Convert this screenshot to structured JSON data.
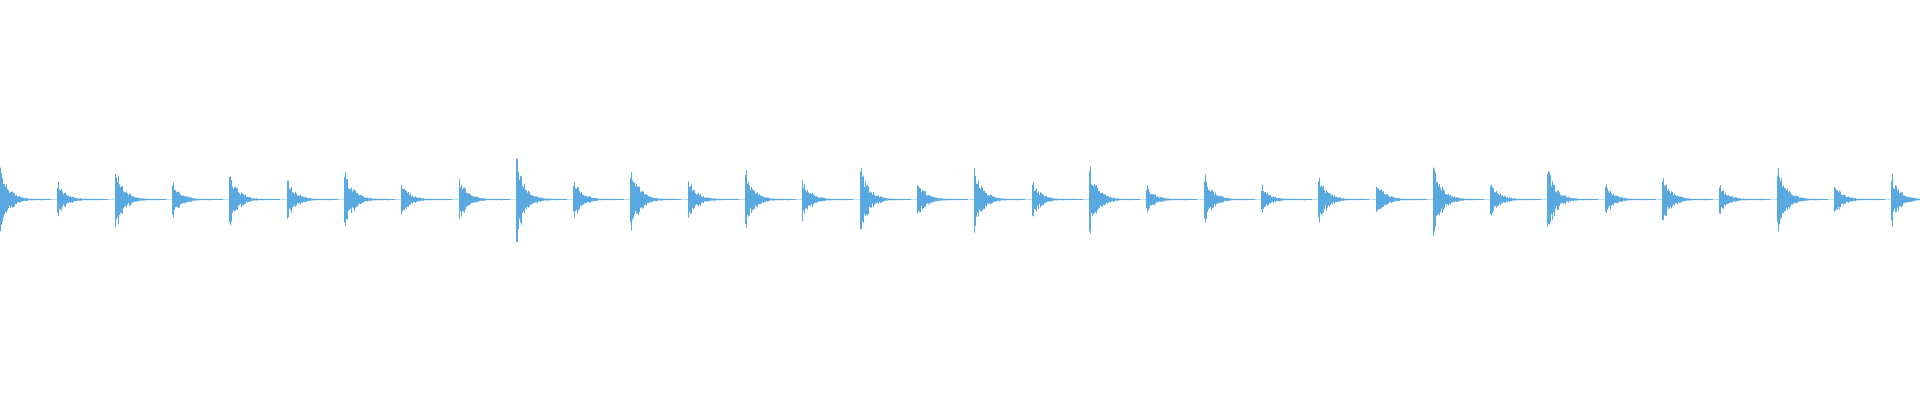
{
  "waveform": {
    "color": "#5aa8e0",
    "background": "#ffffff",
    "hit_count": 34,
    "hit_amplitudes": [
      0.78,
      0.42,
      0.8,
      0.46,
      0.72,
      0.5,
      0.76,
      0.4,
      0.52,
      0.98,
      0.52,
      0.86,
      0.54,
      0.72,
      0.5,
      0.82,
      0.5,
      0.78,
      0.46,
      0.8,
      0.34,
      0.6,
      0.36,
      0.62,
      0.48,
      0.85,
      0.46,
      0.85,
      0.4,
      0.6,
      0.38,
      0.86,
      0.4,
      0.62
    ],
    "decay": "exponential",
    "zoom_note": ""
  }
}
